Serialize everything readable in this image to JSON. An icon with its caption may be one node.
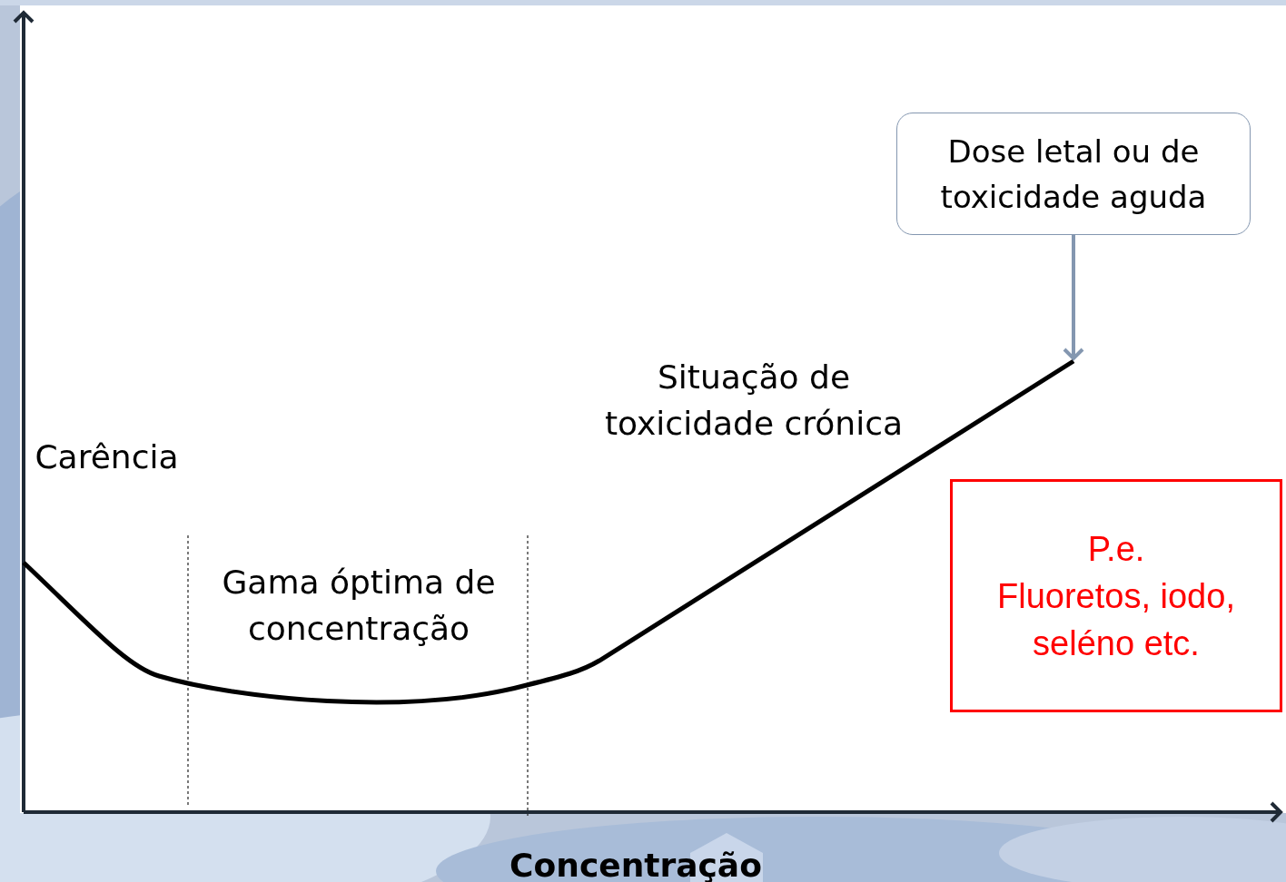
{
  "diagram": {
    "nodes": [
      {
        "text": [
          "Dose letal ou de toxicidade aguda"
        ]
      },
      {
        "text": [],
        "shape": "curve"
      },
      {
        "text": [
          "P.e.",
          "Fluoretos, iodo, seléno etc."
        ]
      }
    ],
    "edges": [
      {
        "from": 0,
        "to": 1,
        "arrow": "to",
        "color": "#8497b0"
      }
    ],
    "labels": [
      "Carência",
      "Gama óptima de concentração",
      "Situação de toxicidade crónica",
      "Concentração"
    ]
  }
}
